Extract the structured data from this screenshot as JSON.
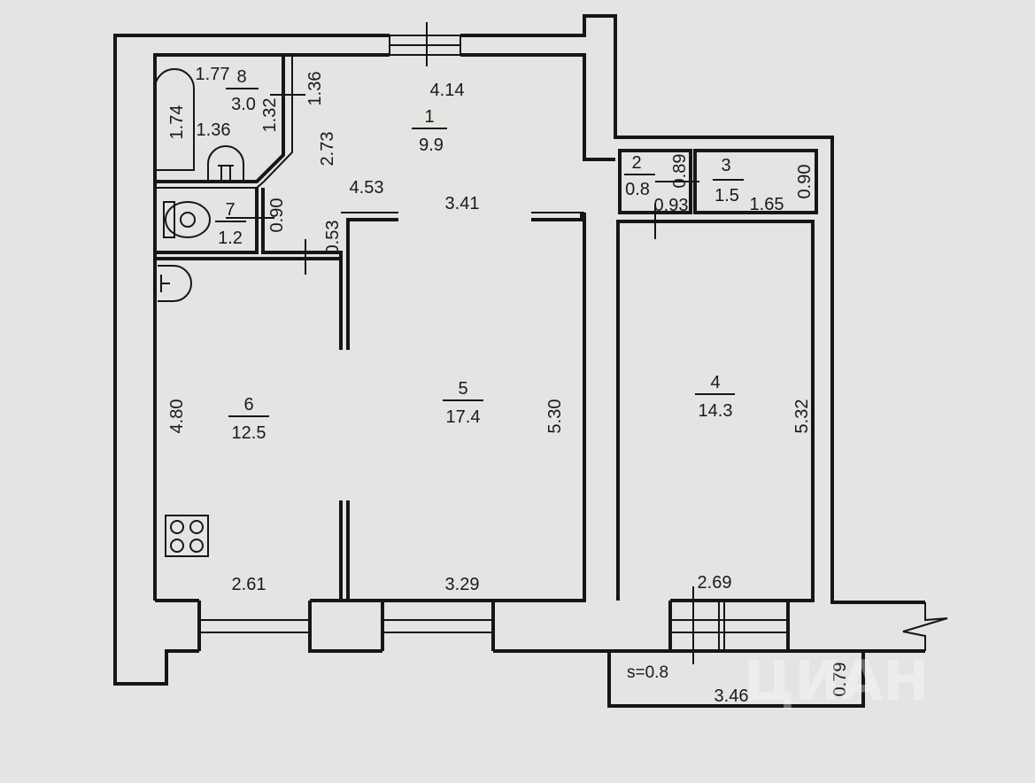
{
  "rooms": [
    {
      "number": "1",
      "area": "9.9"
    },
    {
      "number": "2",
      "area": "0.8"
    },
    {
      "number": "3",
      "area": "1.5"
    },
    {
      "number": "4",
      "area": "14.3"
    },
    {
      "number": "5",
      "area": "17.4"
    },
    {
      "number": "6",
      "area": "12.5"
    },
    {
      "number": "7",
      "area": "1.2"
    },
    {
      "number": "8",
      "area": "3.0"
    }
  ],
  "dimensions": {
    "d_177": "1.77",
    "d_174": "1.74",
    "d_136a": "1.36",
    "d_132": "1.32",
    "d_136b": "1.36",
    "d_273": "2.73",
    "d_414": "4.14",
    "d_453": "4.53",
    "d_341": "3.41",
    "d_090a": "0.90",
    "d_053": "0.53",
    "d_089": "0.89",
    "d_093": "0.93",
    "d_165": "1.65",
    "d_090b": "0.90",
    "d_480": "4.80",
    "d_530": "5.30",
    "d_532": "5.32",
    "d_261": "2.61",
    "d_329": "3.29",
    "d_269": "2.69",
    "d_346": "3.46",
    "d_079": "0.79"
  },
  "balcony_area": "s=0.8",
  "watermark": "ЦИАН"
}
